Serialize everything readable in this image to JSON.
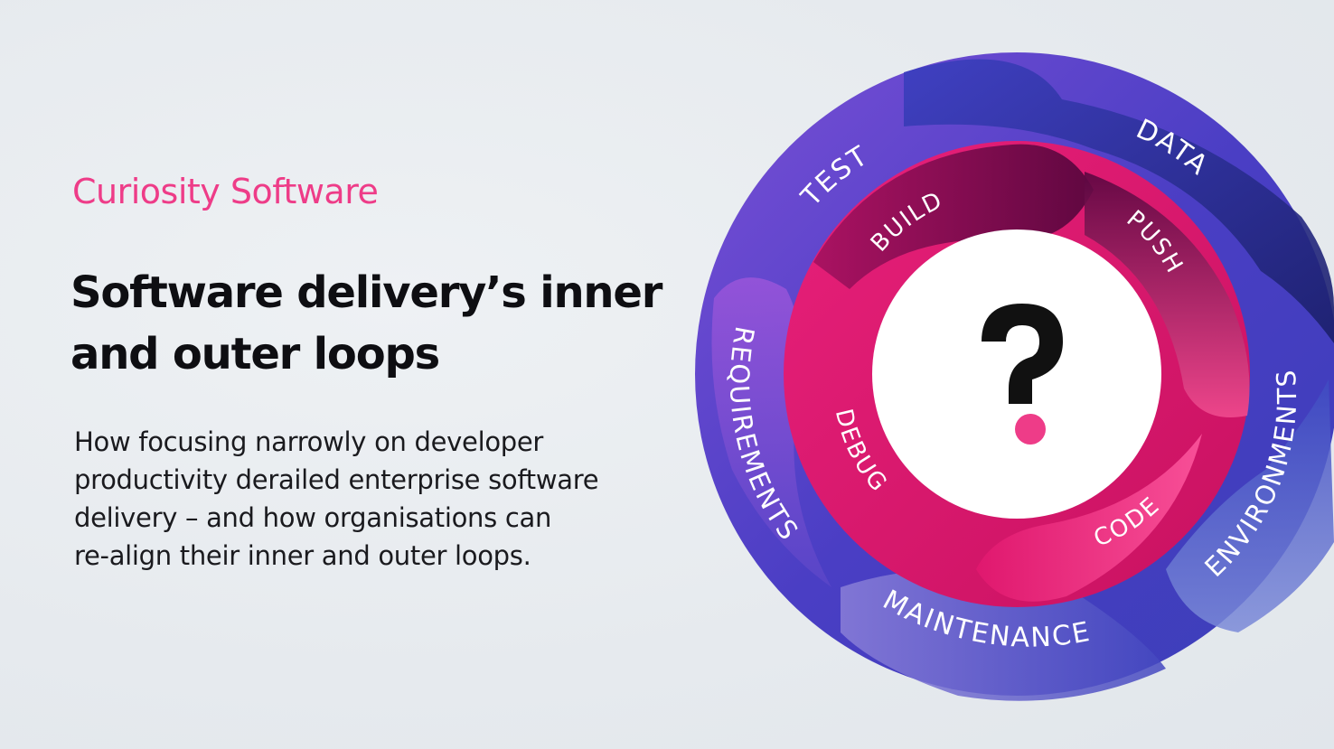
{
  "brand": {
    "name": "Curiosity Software"
  },
  "headline": {
    "line1": "Software delivery’s inner",
    "line2": "and outer loops"
  },
  "description": {
    "line1": "How focusing narrowly on developer",
    "line2": "productivity derailed enterprise software",
    "line3": "delivery – and how organisations can",
    "line4": "re-align their inner and outer loops."
  },
  "diagram": {
    "outer_loop": {
      "test": "TEST",
      "data": "DATA",
      "environments": "ENVIRONMENTS",
      "maintenance": "MAINTENANCE",
      "requirements": "REQUIREMENTS"
    },
    "inner_loop": {
      "build": "BUILD",
      "push": "PUSH",
      "code": "CODE",
      "debug": "DEBUG"
    },
    "colors": {
      "brand_pink": "#ee3c88",
      "outer_ring": "#4b3fc2",
      "inner_ring": "#d81b6a",
      "center": "#ffffff",
      "logo_mark": "#111111"
    }
  }
}
